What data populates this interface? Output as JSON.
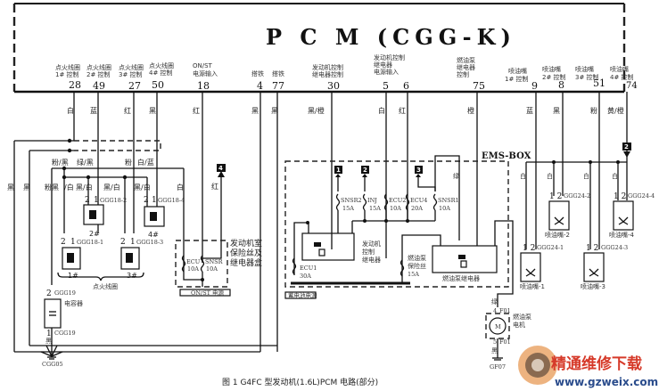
{
  "title": "P C M (CGG-K)",
  "caption": "图 1   G4FC 型发动机(1.6L)PCM 电路(部分)",
  "pins": [
    {
      "num": "28",
      "label1": "点火线圈",
      "label2": "1# 控制",
      "wire": "白"
    },
    {
      "num": "49",
      "label1": "点火线圈",
      "label2": "2# 控制",
      "wire": "蓝"
    },
    {
      "num": "27",
      "label1": "点火线圈",
      "label2": "3# 控制",
      "wire": "红"
    },
    {
      "num": "50",
      "label1": "点火线圈",
      "label2": "4# 控制",
      "wire": "黑"
    },
    {
      "num": "18",
      "label1": "ON/ST",
      "label2": "电源输入",
      "wire": "红"
    },
    {
      "num": "4",
      "label1": "搭铁",
      "label2": "",
      "wire": "黑"
    },
    {
      "num": "77",
      "label1": "搭铁",
      "label2": "",
      "wire": "黑"
    },
    {
      "num": "30",
      "label1": "发动机控制",
      "label2": "继电器控制",
      "wire": "黑/橙"
    },
    {
      "num": "5",
      "label1": "发动机控制",
      "label2": "继电器",
      "label3": "电源输入",
      "wire": "白"
    },
    {
      "num": "6",
      "label1": "",
      "label2": "",
      "wire": "红"
    },
    {
      "num": "75",
      "label1": "燃油泵",
      "label2": "继电器",
      "label3": "控制",
      "wire": "橙"
    },
    {
      "num": "9",
      "label1": "喷油嘴",
      "label2": "1# 控制",
      "wire": "蓝"
    },
    {
      "num": "8",
      "label1": "喷油嘴",
      "label2": "2# 控制",
      "wire": "黑"
    },
    {
      "num": "51",
      "label1": "喷油嘴",
      "label2": "3# 控制",
      "wire": "粉"
    },
    {
      "num": "74",
      "label1": "喷油嘴",
      "label2": "4# 控制",
      "wire": "黄/橙"
    }
  ],
  "ignition": {
    "wire_labels_row1": [
      "粉/黑",
      "绿/黑",
      "粉",
      "白/蓝"
    ],
    "wire_labels_row2": [
      "黑",
      "黑",
      "粉黑",
      "/白",
      "黑/白",
      "黑/白",
      "黑/白",
      "白"
    ],
    "coils": [
      {
        "name": "1#",
        "connector": "GGG18-1"
      },
      {
        "name": "2#",
        "connector": "GGG18-2"
      },
      {
        "name": "3#",
        "connector": "GGG18-3"
      },
      {
        "name": "4#",
        "connector": "GGG18-4"
      }
    ],
    "group_label": "点火线圈",
    "capacitor": {
      "connector_top": "GGG19",
      "connector_bottom": "CGG19",
      "label": "电容器",
      "pin_top": "2",
      "pin_bottom": "1",
      "wire": "黑"
    },
    "ground": "CGG05"
  },
  "onst_box": {
    "label_lines": [
      "发动机室",
      "保险丝及",
      "继电器盒"
    ],
    "fuses": [
      {
        "name": "ECU",
        "rating": "10A"
      },
      {
        "name": "SNSR",
        "rating": "10A"
      }
    ],
    "bottom_label": "ON/ST 电源",
    "wire_white": "白",
    "wire_red": "红",
    "tag": "4"
  },
  "ems_box": {
    "title": "EMS-BOX",
    "tags": [
      "1",
      "2",
      "3"
    ],
    "fuses": [
      {
        "name": "SNSR2",
        "rating": "15A"
      },
      {
        "name": "INJ",
        "rating": "15A"
      },
      {
        "name": "ECU2",
        "rating": "10A"
      },
      {
        "name": "ECU4",
        "rating": "20A"
      },
      {
        "name": "SNSR1",
        "rating": "10A"
      },
      {
        "name": "ECU1",
        "rating": "30A"
      }
    ],
    "engine_relay_label": [
      "发动机",
      "控制",
      "继电器"
    ],
    "pump_fuse_label": [
      "燃油泵",
      "保险丝"
    ],
    "pump_fuse_rating": "15A",
    "pump_relay_label": "燃油泵继电器",
    "battery_label": "蓄电池电源",
    "wire_green": "绿"
  },
  "injectors": {
    "items": [
      {
        "name": "喷油嘴-1",
        "connector": "GGG24-1"
      },
      {
        "name": "喷油嘴-2",
        "connector": "GGG24-2"
      },
      {
        "name": "喷油嘴-3",
        "connector": "GGG24-3"
      },
      {
        "name": "喷油嘴-4",
        "connector": "GGG24-4"
      }
    ],
    "supply_wire": "白",
    "tag": "2"
  },
  "fuel_pump": {
    "label": [
      "燃油泵",
      "电机"
    ],
    "connector_top": "F01",
    "pin_top": "4",
    "connector_bottom": "F01",
    "pin_bottom": "5",
    "wire_top": "绿",
    "wire_bottom": "黑",
    "ground": "GF07",
    "motor_symbol": "M"
  },
  "watermark": {
    "cn": "精通维修下载",
    "url": "www.gzweix.com"
  }
}
